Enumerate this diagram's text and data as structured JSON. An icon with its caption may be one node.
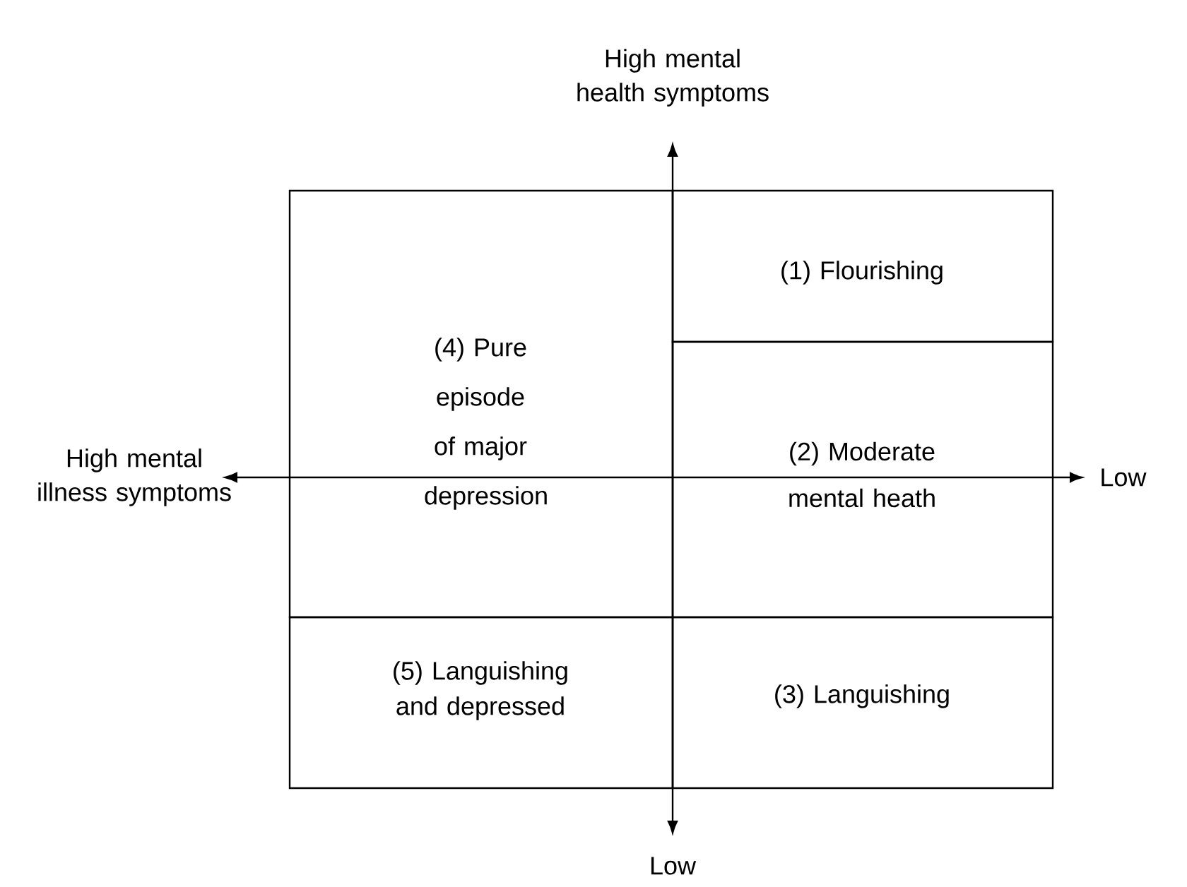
{
  "diagram": {
    "nodes": [
      {
        "text": [
          "(1) Flourishing"
        ]
      },
      {
        "text": [
          "(2) Moderate mental heath"
        ]
      },
      {
        "text": [
          "(3) Languishing"
        ]
      },
      {
        "text": [
          "(4) Pure episode of major depression"
        ]
      },
      {
        "text": [
          "(5) Languishing and depressed"
        ]
      }
    ],
    "labels": [
      "High mental health symptoms",
      "High mental illness symptoms",
      "Low",
      "Low"
    ]
  }
}
